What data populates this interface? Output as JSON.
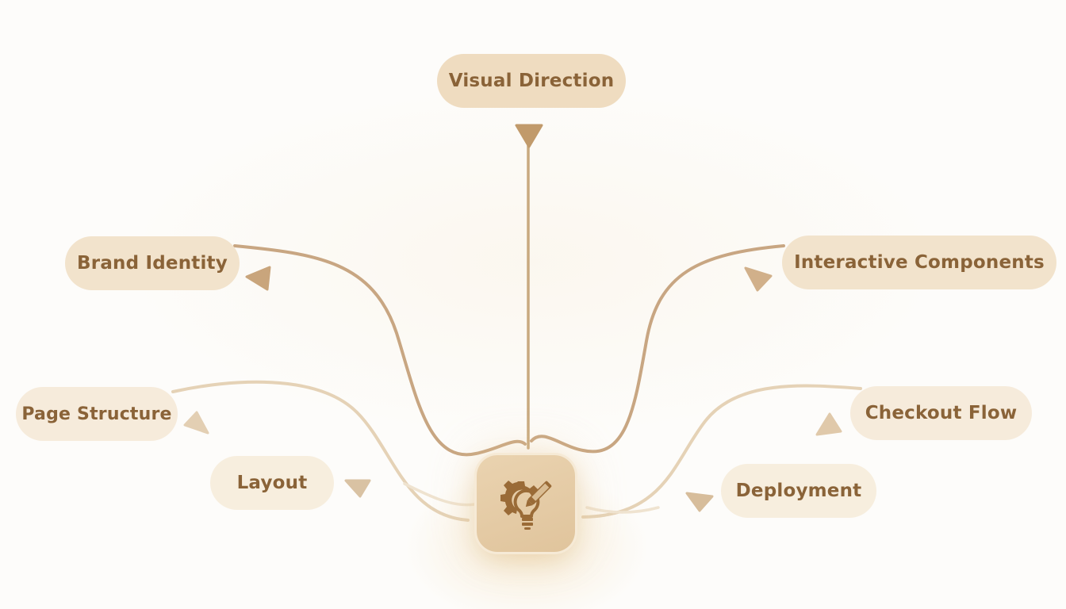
{
  "diagram": {
    "center": {
      "icon": "gear-lightbulb-pencil-icon"
    },
    "nodes": [
      {
        "key": "visual_direction",
        "label": "Visual Direction"
      },
      {
        "key": "brand_identity",
        "label": "Brand Identity"
      },
      {
        "key": "interactive_components",
        "label": "Interactive Components"
      },
      {
        "key": "page_structure",
        "label": "Page Structure"
      },
      {
        "key": "checkout_flow",
        "label": "Checkout Flow"
      },
      {
        "key": "layout",
        "label": "Layout"
      },
      {
        "key": "deployment",
        "label": "Deployment"
      }
    ],
    "colors": {
      "node_fill": "#efdcc0",
      "node_text": "#8a6338",
      "connector": "#c8a97f",
      "hub_fill": "#e4c9a2",
      "icon": "#9a6b37"
    }
  }
}
